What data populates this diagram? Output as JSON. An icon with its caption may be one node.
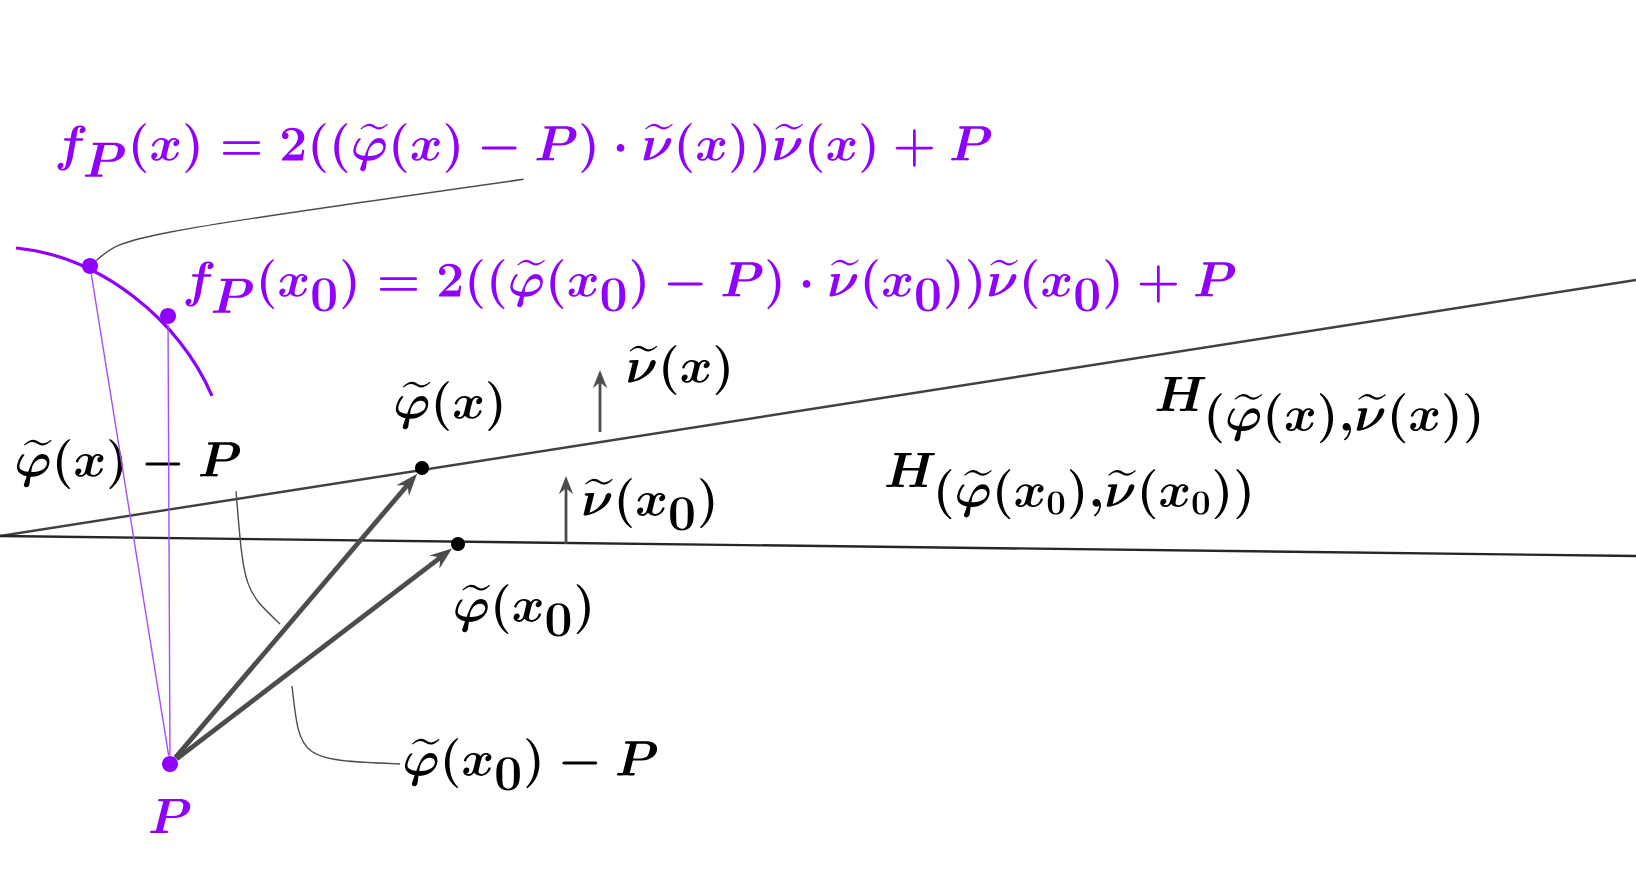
{
  "diagram": {
    "nodes": [
      {
        "text": [
          "f_{P}(x)=2((\\widetilde{\\varphi}(x)-P)\\cdot\\widetilde{\\nu}(x))\\widetilde{\\nu}(x)+P"
        ]
      },
      {
        "text": [],
        "shape": "circle"
      },
      {
        "text": [],
        "shape": "circle",
        "beside": [
          "f_{P}(x_{0})=2((\\widetilde{\\varphi}(x_{0})-P)\\cdot\\widetilde{\\nu}(x_{0}))\\widetilde{\\nu}(x_0)+P"
        ]
      },
      {
        "text": [],
        "shape": "circle",
        "beside": [
          "P"
        ]
      },
      {
        "text": [],
        "shape": "circle",
        "beside": [
          "\\widetilde{\\varphi}(x)"
        ]
      },
      {
        "text": [],
        "shape": "circle",
        "beside": [
          "\\widetilde{\\varphi}(x_{0})"
        ]
      },
      {
        "text": [
          "\\widetilde{\\varphi}(x)-P"
        ]
      },
      {
        "text": [
          "\\widetilde{\\varphi}(x_{0})-P"
        ]
      }
    ],
    "edges": [
      {
        "from": 0,
        "to": 1,
        "arrow": "none"
      },
      {
        "from": 3,
        "to": 1,
        "arrow": "none",
        "color": "#a64dff"
      },
      {
        "from": 3,
        "to": 2,
        "arrow": "none",
        "color": "#a64dff"
      },
      {
        "from": 3,
        "to": 4,
        "arrow": "to",
        "style": "thick"
      },
      {
        "from": 3,
        "to": 5,
        "arrow": "to",
        "style": "thick"
      },
      {
        "from": 6,
        "to": null,
        "arrow": "none"
      },
      {
        "from": 7,
        "to": null,
        "arrow": "none"
      }
    ],
    "labels": [
      "\\widetilde{\\nu}(x)",
      "\\widetilde{\\nu}(x_{0})",
      "H_{(\\widetilde{\\varphi}(x),\\widetilde{\\nu}(x))}",
      "H_{(\\widetilde{\\varphi}(x_{0}),\\widetilde{\\nu}(x_{0}))}"
    ]
  }
}
